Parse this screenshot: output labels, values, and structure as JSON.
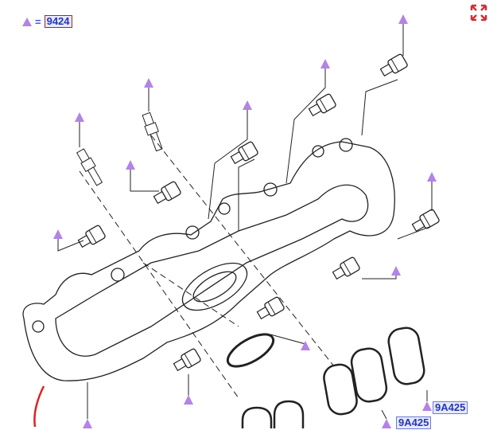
{
  "legend": {
    "icon": "triangle-marker-icon",
    "equals": "=",
    "part_number": "9424"
  },
  "callouts": [
    {
      "part_number": "9A425"
    },
    {
      "part_number": "9A425"
    }
  ],
  "toolbar": {
    "expand_icon": "expand-arrows-icon"
  },
  "colors": {
    "marker": "#b383e6",
    "label_text": "#2536b8",
    "label_bg": "#e6e9fb",
    "expand_icon": "#d0303a",
    "line": "#222222"
  }
}
